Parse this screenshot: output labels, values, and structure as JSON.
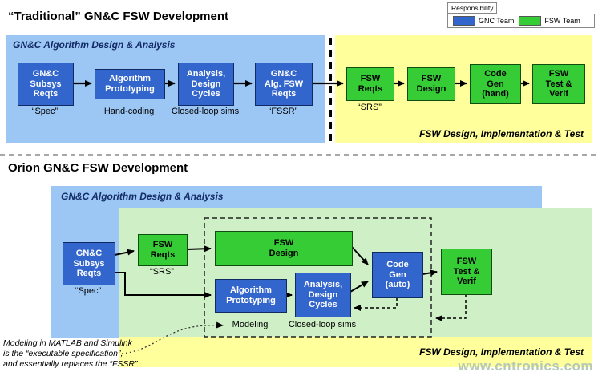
{
  "legend": {
    "title": "Responsibility",
    "items": [
      {
        "label": "GNC Team",
        "color": "#3366cc"
      },
      {
        "label": "FSW Team",
        "color": "#36cc36"
      }
    ]
  },
  "colors": {
    "gnc_box_blue": "#3366cc",
    "fsw_box_green": "#36cc36",
    "gnc_region_light_blue": "#9cc7f5",
    "fsw_region_yellow": "#ffff9c",
    "orion_region_pale_green": "#cff0c6"
  },
  "traditional": {
    "title": "“Traditional” GN&C FSW Development",
    "gnc_region_label": "GN&C Algorithm Design & Analysis",
    "fsw_region_label": "FSW Design, Implementation & Test",
    "boxes": {
      "subsys": {
        "label": "GN&C\nSubsys\nReqts"
      },
      "proto": {
        "label": "Algorithm\nPrototyping"
      },
      "analysis": {
        "label": "Analysis,\nDesign\nCycles"
      },
      "algfsw": {
        "label": "GN&C\nAlg. FSW\nReqts"
      },
      "fsw_reqts": {
        "label": "FSW\nReqts"
      },
      "fsw_design": {
        "label": "FSW\nDesign"
      },
      "code_gen": {
        "label": "Code\nGen\n(hand)"
      },
      "fsw_test": {
        "label": "FSW\nTest &\nVerif"
      }
    },
    "captions": {
      "subsys": "“Spec”",
      "proto": "Hand-coding",
      "analysis": "Closed-loop sims",
      "algfsw": "“FSSR”",
      "fsw_reqts": "“SRS”"
    }
  },
  "orion": {
    "title": "Orion GN&C FSW Development",
    "gnc_region_label": "GN&C Algorithm Design & Analysis",
    "fsw_region_label": "FSW Design, Implementation & Test",
    "boxes": {
      "subsys": {
        "label": "GN&C\nSubsys\nReqts"
      },
      "fsw_reqts": {
        "label": "FSW\nReqts"
      },
      "fsw_design": {
        "label": "FSW\nDesign"
      },
      "proto": {
        "label": "Algorithm\nPrototyping"
      },
      "analysis": {
        "label": "Analysis,\nDesign\nCycles"
      },
      "code_gen": {
        "label": "Code\nGen\n(auto)"
      },
      "fsw_test": {
        "label": "FSW\nTest &\nVerif"
      }
    },
    "captions": {
      "subsys": "“Spec”",
      "fsw_reqts": "“SRS”",
      "proto": "Modeling",
      "analysis": "Closed-loop sims"
    }
  },
  "annotation": {
    "text": "Modeling in MATLAB and Simulink\nis the “executable specification”,\nand essentially replaces the “FSSR”"
  },
  "watermark": {
    "text": "www.cntronics.com"
  }
}
